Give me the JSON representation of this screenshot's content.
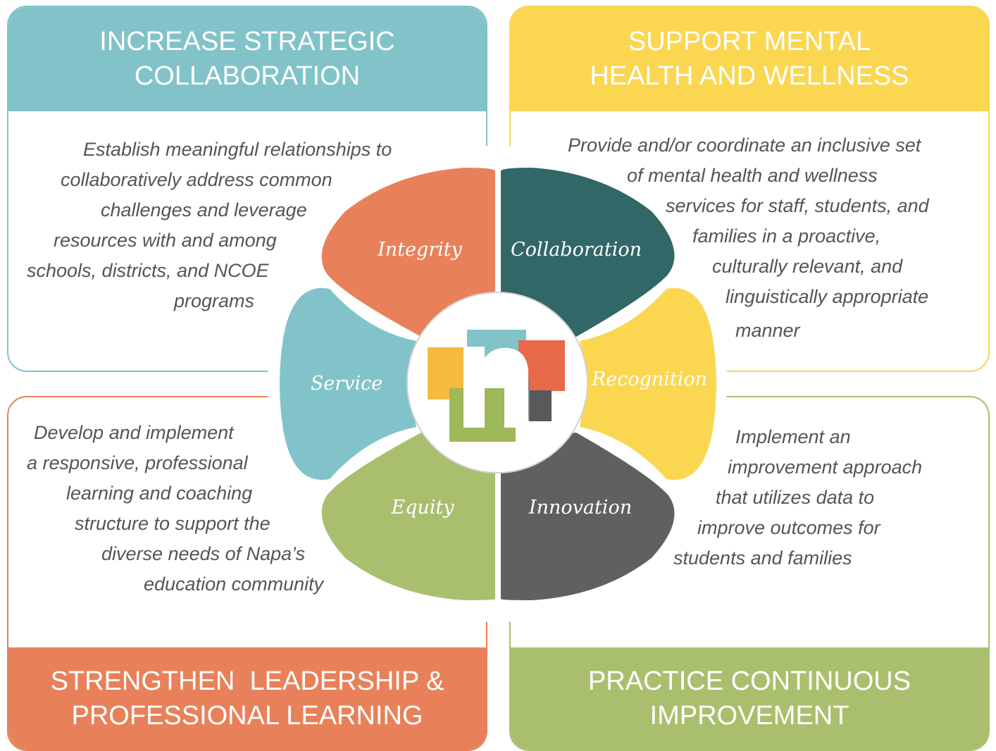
{
  "quadrants": {
    "top_left": {
      "title_lines": [
        "INCREASE STRATEGIC",
        "COLLABORATION"
      ],
      "description_lines": [
        "Establish meaningful relationships to",
        "collaboratively address common",
        "challenges and leverage",
        "resources with and among",
        "schools, districts, and NCOE",
        "programs"
      ],
      "color": "#82c3c9"
    },
    "top_right": {
      "title_lines": [
        "SUPPORT MENTAL",
        "HEALTH AND WELLNESS"
      ],
      "description_lines": [
        "Provide and/or coordinate an inclusive set",
        "of mental health and wellness",
        "services for staff, students, and",
        "families in a proactive,",
        "culturally relevant, and",
        "linguistically appropriate",
        "manner"
      ],
      "color": "#fbd651"
    },
    "bottom_left": {
      "title_lines": [
        "STRENGTHEN  LEADERSHIP &",
        "PROFESSIONAL LEARNING"
      ],
      "description_lines": [
        "Develop and implement",
        "a responsive, professional",
        "learning and coaching",
        "structure to support the",
        "diverse needs of Napa’s",
        "education community"
      ],
      "color": "#e8815a"
    },
    "bottom_right": {
      "title_lines": [
        "PRACTICE CONTINUOUS",
        "IMPROVEMENT"
      ],
      "description_lines": [
        "Implement an",
        "improvement approach",
        "that utilizes data to",
        "improve outcomes for",
        "students and families"
      ],
      "color": "#aabf6e"
    }
  },
  "values": [
    {
      "label": "Integrity",
      "color": "#e8815a"
    },
    {
      "label": "Collaboration",
      "color": "#316766"
    },
    {
      "label": "Recognition",
      "color": "#fbd651"
    },
    {
      "label": "Innovation",
      "color": "#5f605f"
    },
    {
      "label": "Equity",
      "color": "#aabf6e"
    },
    {
      "label": "Service",
      "color": "#82c3c9"
    }
  ],
  "logo": {
    "letter": "n",
    "icon": "ncoe-n-logo-icon"
  }
}
